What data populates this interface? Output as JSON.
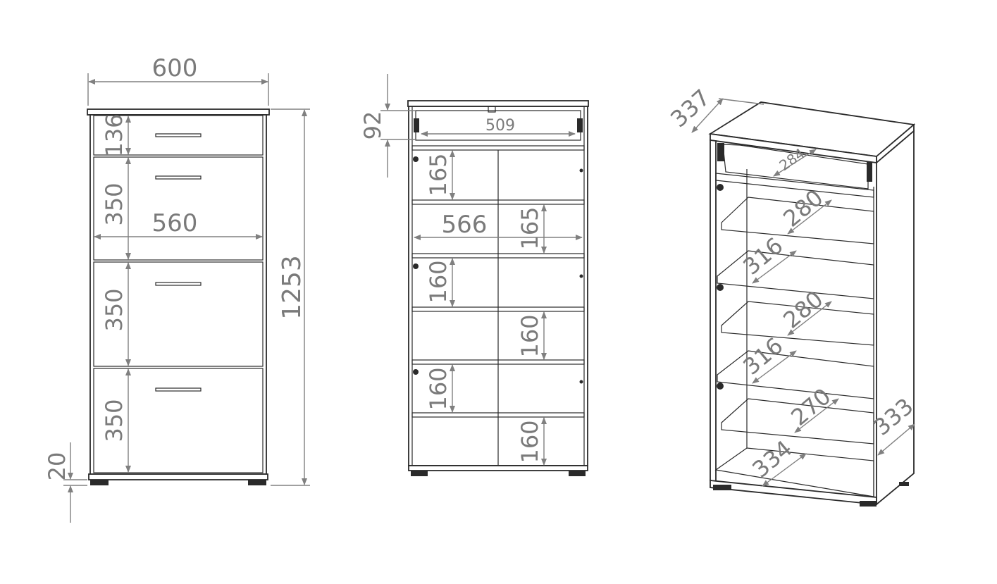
{
  "front_view": {
    "width": "600",
    "inner_width": "560",
    "total_height": "1253",
    "drawer_height": "136",
    "flap_heights": [
      "350",
      "350",
      "350"
    ],
    "plinth_height": "20"
  },
  "inside_view": {
    "top_offset": "92",
    "drawer_inner_width": "509",
    "inner_width": "566",
    "compartments_left": [
      "165",
      "160",
      "160"
    ],
    "compartments_right": [
      "165",
      "160",
      "160"
    ]
  },
  "perspective_view": {
    "top_depth": "337",
    "drawer_depth": "284",
    "shelf_depths": [
      "280",
      "316",
      "280",
      "316",
      "270"
    ],
    "bottom_depth": "334",
    "side_depth": "333"
  },
  "colors": {
    "line": "#2a2a2a",
    "dimension": "#808080",
    "dimension_text": "#7a7a7a",
    "background": "#ffffff"
  }
}
